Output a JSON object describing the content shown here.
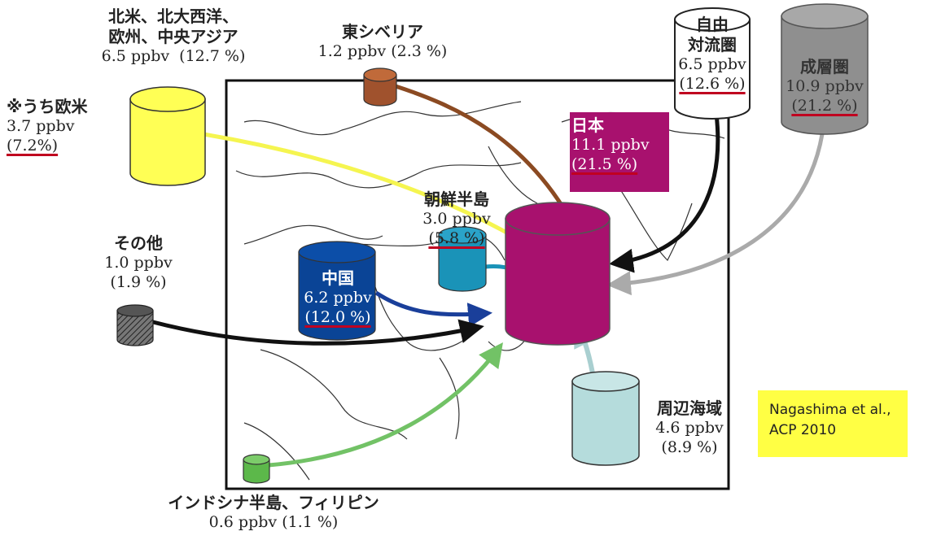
{
  "sources": {
    "north_america_europe": {
      "name_line1": "北米、北大西洋、",
      "name_line2": "欧州、中央アジア",
      "value": "6.5 ppbv  (12.7 %)"
    },
    "of_which_western": {
      "name": "※うち欧米",
      "value": "3.7 ppbv",
      "share": "(7.2%)"
    },
    "east_siberia": {
      "name": "東シベリア",
      "value": "1.2 ppbv (2.3 %)"
    },
    "free_troposphere": {
      "name_line1": "自由",
      "name_line2": "対流圏",
      "value": "6.5 ppbv",
      "share": "(12.6 %)"
    },
    "stratosphere": {
      "name": "成層圏",
      "value": "10.9 ppbv",
      "share": "(21.2 %)"
    },
    "japan": {
      "name": "日本",
      "value": "11.1 ppbv",
      "share": "(21.5 %)"
    },
    "korea": {
      "name": "朝鮮半島",
      "value": "3.0 ppbv",
      "share": "(5.8 %)"
    },
    "china": {
      "name": "中国",
      "value": "6.2 ppbv",
      "share": "(12.0 %)"
    },
    "other": {
      "name": "その他",
      "value": "1.0 ppbv",
      "share": "(1.9 %)"
    },
    "surrounding_sea": {
      "name": "周辺海域",
      "value": "4.6 ppbv",
      "share": "(8.9 %)"
    },
    "indochina": {
      "name": "インドシナ半島、フィリピン",
      "value": "0.6 ppbv (1.1 %)"
    }
  },
  "citation": {
    "line1": "Nagashima et al.,",
    "line2": "ACP 2010"
  },
  "colors": {
    "japan": "#a8116e",
    "china": "#0a4496",
    "korea": "#1a93b8",
    "east_siberia": "#a0522d",
    "north_america": "#ffff55",
    "stratosphere": "#8f8f8f",
    "sea": "#b5dcdc",
    "indochina": "#5cb84a",
    "arrow_yellow": "#f5f550",
    "arrow_gray": "#aaaaaa",
    "arrow_brown": "#8b4a22",
    "arrow_blue": "#1a3f9a",
    "arrow_teal": "#1a93b8",
    "arrow_black": "#111111",
    "arrow_green": "#72c266",
    "arrow_sea": "#a9cfd0",
    "underline": "#c00020",
    "citation_bg": "#ffff44"
  }
}
